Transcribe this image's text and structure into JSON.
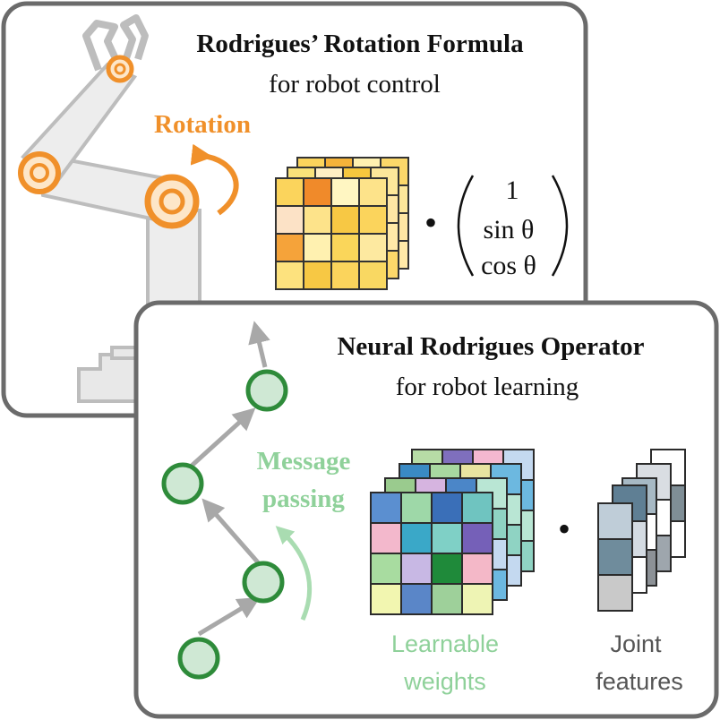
{
  "top_panel": {
    "title": "Rodrigues’ Rotation Formula",
    "subtitle": "for robot control",
    "rotation_label": "Rotation",
    "vector_entries": [
      "1",
      "sin θ",
      "cos θ"
    ],
    "operator": "•"
  },
  "bottom_panel": {
    "title": "Neural Rodrigues Operator",
    "subtitle": "for robot learning",
    "message_label_line1": "Message",
    "message_label_line2": "passing",
    "operator": "•",
    "weights_label_line1": "Learnable",
    "weights_label_line2": "weights",
    "features_label_line1": "Joint",
    "features_label_line2": "features"
  },
  "colors": {
    "orange": "#f0902a",
    "green": "#2e8b3a",
    "light_green": "#8fd19a",
    "node_fill": "#cfe8d4",
    "arm_gray": "#c6c6c6",
    "frame_gray": "#6b6b6b"
  }
}
